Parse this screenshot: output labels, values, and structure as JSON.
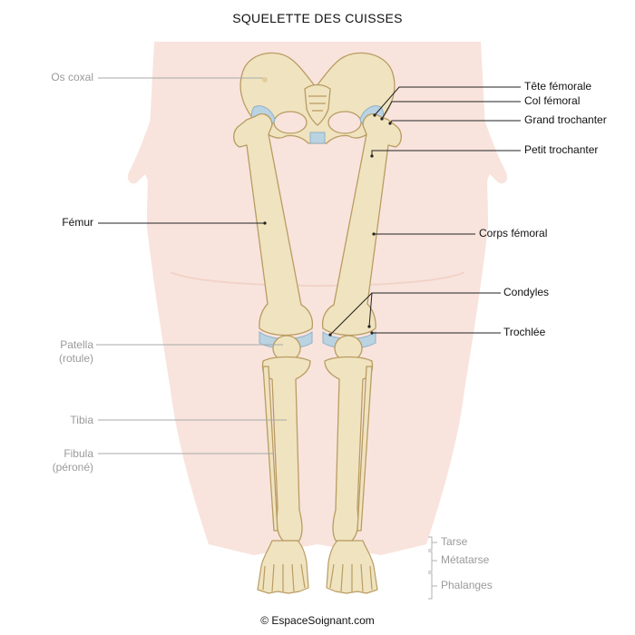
{
  "title": "SQUELETTE DES CUISSES",
  "credit": "© EspaceSoignant.com",
  "colors": {
    "skin": "#f8e4dc",
    "bone": "#f0e3bf",
    "bone_outline": "#b99c62",
    "cartilage": "#b9d3e3",
    "leader_active": "#222222",
    "leader_muted": "#a8a8a8"
  },
  "labels": {
    "os_coxal": "Os coxal",
    "femur": "Fémur",
    "patella_1": "Patella",
    "patella_2": "(rotule)",
    "tibia": "Tibia",
    "fibula_1": "Fibula",
    "fibula_2": "(péroné)",
    "tete_femorale": "Tête fémorale",
    "col_femoral": "Col fémoral",
    "grand_trochanter": "Grand trochanter",
    "petit_trochanter": "Petit trochanter",
    "corps_femoral": "Corps fémoral",
    "condyles": "Condyles",
    "trochlee": "Trochlée",
    "tarse": "Tarse",
    "metatarse": "Métatarse",
    "phalanges": "Phalanges"
  }
}
